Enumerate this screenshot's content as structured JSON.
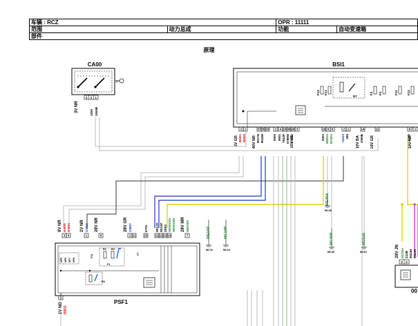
{
  "header": {
    "vehicle": "车辆 : RCZ",
    "opr": "OPR : 11111",
    "scope_label": "范围",
    "scope_value": "动力总成",
    "function_label": "功能",
    "function_value": "自动变速箱",
    "part_label": "部件"
  },
  "title": "原理",
  "ca00": {
    "name": "CA00",
    "wire": "3V NR",
    "pins": [
      "3",
      "2",
      "1"
    ],
    "codes": [
      "1050",
      "1065B"
    ]
  },
  "bsi1": {
    "name": "BSI1",
    "fuses": [
      "F13",
      "F14",
      "F3",
      "F4",
      "F11",
      "F12"
    ],
    "relay": "R7"
  },
  "bsi_pins": [
    {
      "label": "2V GR",
      "pins": [
        "2",
        "1"
      ],
      "codes": [
        {
          "t": "BM04",
          "c": "red"
        },
        {
          "t": "BM05",
          "c": "red"
        }
      ]
    },
    {
      "label": "40V NR",
      "pins": [
        "37",
        "35",
        "33"
      ],
      "codes": [
        {
          "t": "9017H",
          "c": "black"
        },
        {
          "t": "9018H",
          "c": "black"
        }
      ]
    },
    {
      "label": "",
      "pins": [
        "2"
      ],
      "codes": [
        {
          "t": "9000",
          "c": "black"
        }
      ]
    },
    {
      "label": "",
      "pins": [
        "4"
      ],
      "codes": [
        {
          "t": "9001",
          "c": "black"
        }
      ]
    },
    {
      "label": "",
      "pins": [
        "10"
      ],
      "codes": [
        {
          "t": "7842P",
          "c": "black"
        }
      ]
    },
    {
      "label": "",
      "pins": [
        "38"
      ],
      "codes": [
        {
          "t": "6788W",
          "c": "black"
        }
      ]
    },
    {
      "label": "",
      "pins": [
        "29"
      ],
      "codes": [
        {
          "t": "6789V",
          "c": "black"
        }
      ]
    },
    {
      "label": "16V VE",
      "pins": [
        "3"
      ],
      "codes": []
    },
    {
      "label": "",
      "pins": [
        "16",
        "6",
        "8"
      ],
      "codes": [
        {
          "t": "Z003",
          "c": "black"
        },
        {
          "t": "MEBSI",
          "c": "green"
        },
        {
          "t": "MCBSI",
          "c": "green"
        }
      ]
    },
    {
      "label": "",
      "pins": [
        "2",
        "1"
      ],
      "codes": [
        {
          "t": "CM13",
          "c": "blue"
        },
        {
          "t": "285",
          "c": "black"
        }
      ]
    },
    {
      "label": "10V BA",
      "pins": [
        "14"
      ],
      "codes": [
        {
          "t": "1065B",
          "c": "black"
        }
      ]
    },
    {
      "label": "16V GR",
      "pins": [
        "11"
      ],
      "codes": []
    },
    {
      "label": "",
      "pins": [
        "8"
      ],
      "codes": [
        {
          "t": "Z12D",
          "c": "black"
        }
      ]
    },
    {
      "label": "10V NR",
      "pins": [
        "1"
      ],
      "codes": []
    }
  ],
  "grounds": [
    {
      "name": "ME46A",
      "sub": "MC45"
    },
    {
      "name": "MC46P",
      "sub": "MC45"
    },
    {
      "name": "MC51E",
      "sub": "MC51"
    },
    {
      "name": "ME10P",
      "sub": "MC10"
    },
    {
      "name": "MC10P",
      "sub": "MC10"
    }
  ],
  "psf1": {
    "name": "PSF1",
    "connectors": [
      {
        "label": "8V NR",
        "pins": [
          "3",
          "4"
        ],
        "codes": [
          {
            "t": "BM05",
            "c": "red"
          },
          {
            "t": "BM04",
            "c": "red"
          }
        ]
      },
      {
        "label": "2V NR",
        "pins": [
          "1"
        ],
        "codes": [
          {
            "t": "CM13",
            "c": "blue"
          }
        ]
      },
      {
        "label": "28V NR",
        "pins": [
          "9"
        ],
        "codes": []
      },
      {
        "label": "28V GR",
        "pins": [
          "2",
          "21"
        ],
        "codes": [
          {
            "t": "CM07",
            "c": "blue"
          }
        ]
      },
      {
        "label": "",
        "pins": [
          "15"
        ],
        "codes": [
          {
            "t": "6701",
            "c": "black"
          }
        ]
      },
      {
        "label": "",
        "pins": [
          "11",
          "12",
          "13",
          "14"
        ],
        "codes": [
          {
            "t": "9017F",
            "c": "black"
          },
          {
            "t": "9018F",
            "c": "black"
          },
          {
            "t": "Z003",
            "c": "black"
          },
          {
            "t": "MEBSM1",
            "c": "green"
          },
          {
            "t": "MEBSM2",
            "c": "green"
          }
        ]
      },
      {
        "label": "28V MR",
        "pins": [
          "7"
        ],
        "codes": [
          {
            "t": "MBSM3",
            "c": "green"
          }
        ]
      }
    ],
    "bottom": {
      "label": "1V ND",
      "pin": "1",
      "code": "BB01"
    },
    "parts": [
      "MF5",
      "MF6",
      "MF7",
      "MF8",
      "F12",
      "R1",
      "R2",
      "F1",
      "R6",
      "F7"
    ]
  },
  "right_conn": {
    "label": "26V JN",
    "codes": [
      "MC08A",
      "Z12B",
      "9024H",
      "9024O"
    ],
    "pins": [
      "3",
      "2"
    ],
    "name": "00"
  }
}
